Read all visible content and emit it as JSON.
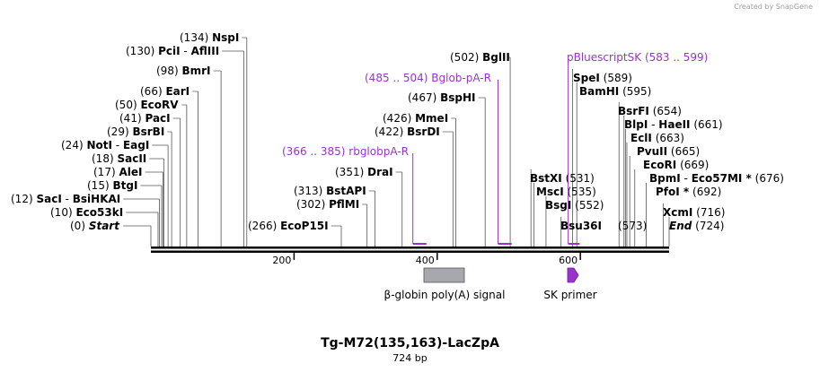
{
  "credit": "Created by SnapGene",
  "title": "Tg-M72(135,163)-LacZpA",
  "length_label": "724 bp",
  "sequence_length": 724,
  "colors": {
    "line": "#555555",
    "backbone": "#000000",
    "primer": "#9933cc",
    "feature_grey": "#a6a8ad"
  },
  "ticks": [
    {
      "pos": 200,
      "label": "200"
    },
    {
      "pos": 400,
      "label": "400"
    },
    {
      "pos": 600,
      "label": "600"
    }
  ],
  "sites": [
    {
      "id": "start",
      "bp": 0,
      "pos_label": "(0)",
      "name": "Start",
      "style": "it"
    },
    {
      "id": "eco53ki",
      "bp": 10,
      "pos_label": "(10)",
      "name": "Eco53kI"
    },
    {
      "id": "saci",
      "bp": 12,
      "pos_label": "(12)",
      "name": "SacI",
      "name2": "BsiHKAI"
    },
    {
      "id": "btgi",
      "bp": 15,
      "pos_label": "(15)",
      "name": "BtgI"
    },
    {
      "id": "alei",
      "bp": 17,
      "pos_label": "(17)",
      "name": "AleI"
    },
    {
      "id": "sacii",
      "bp": 18,
      "pos_label": "(18)",
      "name": "SacII"
    },
    {
      "id": "noti",
      "bp": 24,
      "pos_label": "(24)",
      "name": "NotI",
      "name2": "EagI"
    },
    {
      "id": "bsrbi",
      "bp": 29,
      "pos_label": "(29)",
      "name": "BsrBI"
    },
    {
      "id": "paci",
      "bp": 41,
      "pos_label": "(41)",
      "name": "PacI"
    },
    {
      "id": "ecorv",
      "bp": 50,
      "pos_label": "(50)",
      "name": "EcoRV"
    },
    {
      "id": "eari",
      "bp": 66,
      "pos_label": "(66)",
      "name": "EarI"
    },
    {
      "id": "bmri",
      "bp": 98,
      "pos_label": "(98)",
      "name": "BmrI"
    },
    {
      "id": "pcii",
      "bp": 130,
      "pos_label": "(130)",
      "name": "PciI",
      "name2": "AflIII"
    },
    {
      "id": "nspi",
      "bp": 134,
      "pos_label": "(134)",
      "name": "NspI"
    },
    {
      "id": "ecop15i",
      "bp": 266,
      "pos_label": "(266)",
      "name": "EcoP15I"
    },
    {
      "id": "pflmi",
      "bp": 302,
      "pos_label": "(302)",
      "name": "PflMI"
    },
    {
      "id": "bstapi",
      "bp": 313,
      "pos_label": "(313)",
      "name": "BstAPI"
    },
    {
      "id": "drai",
      "bp": 351,
      "pos_label": "(351)",
      "name": "DraI"
    },
    {
      "id": "bsrdi",
      "bp": 422,
      "pos_label": "(422)",
      "name": "BsrDI"
    },
    {
      "id": "mmei",
      "bp": 426,
      "pos_label": "(426)",
      "name": "MmeI"
    },
    {
      "id": "bsphi",
      "bp": 467,
      "pos_label": "(467)",
      "name": "BspHI"
    },
    {
      "id": "bglii",
      "bp": 502,
      "pos_label": "(502)",
      "name": "BglII"
    },
    {
      "id": "bstxi",
      "bp": 531,
      "pos_label": "(531)",
      "name": "BstXI"
    },
    {
      "id": "msci",
      "bp": 535,
      "pos_label": "(535)",
      "name": "MscI"
    },
    {
      "id": "bsgi",
      "bp": 552,
      "pos_label": "(552)",
      "name": "BsgI"
    },
    {
      "id": "bsu36i",
      "bp": 573,
      "pos_label": "(573)",
      "name": "Bsu36I"
    },
    {
      "id": "spei",
      "bp": 589,
      "pos_label": "(589)",
      "name": "SpeI"
    },
    {
      "id": "bamhi",
      "bp": 595,
      "pos_label": "(595)",
      "name": "BamHI"
    },
    {
      "id": "bsrfi",
      "bp": 654,
      "pos_label": "(654)",
      "name": "BsrFI"
    },
    {
      "id": "blpi",
      "bp": 661,
      "pos_label": "(661)",
      "name": "BlpI",
      "name2": "HaeII"
    },
    {
      "id": "ecli",
      "bp": 663,
      "pos_label": "(663)",
      "name": "EclI"
    },
    {
      "id": "pvuii",
      "bp": 665,
      "pos_label": "(665)",
      "name": "PvuII"
    },
    {
      "id": "ecori",
      "bp": 669,
      "pos_label": "(669)",
      "name": "EcoRI"
    },
    {
      "id": "bpmi",
      "bp": 676,
      "pos_label": "(676)",
      "name": "BpmI",
      "name2": "Eco57MI *"
    },
    {
      "id": "pfoi",
      "bp": 692,
      "pos_label": "(692)",
      "name": "PfoI *"
    },
    {
      "id": "xcmi",
      "bp": 716,
      "pos_label": "(716)",
      "name": "XcmI"
    },
    {
      "id": "end",
      "bp": 724,
      "pos_label": "(724)",
      "name": "End",
      "style": "it"
    }
  ],
  "primers": [
    {
      "id": "rbglobpa-r",
      "name": "rbglobpA-R",
      "range_label": "(366 .. 385)",
      "start": 366,
      "end": 385
    },
    {
      "id": "bglob-pa-r",
      "name": "Bglob-pA-R",
      "range_label": "(485 .. 504)",
      "start": 485,
      "end": 504
    },
    {
      "id": "pbluescriptsk",
      "name": "pBluescriptSK",
      "range_label": "(583 .. 599)",
      "start": 583,
      "end": 599
    }
  ],
  "features": [
    {
      "id": "beta-globin-polya",
      "label": "β-globin poly(A) signal",
      "start": 382,
      "end": 438,
      "shape": "box",
      "color": "#a6a8ad"
    },
    {
      "id": "sk-primer",
      "label": "SK primer",
      "start": 583,
      "end": 599,
      "shape": "arrow",
      "color": "#9933cc"
    }
  ]
}
